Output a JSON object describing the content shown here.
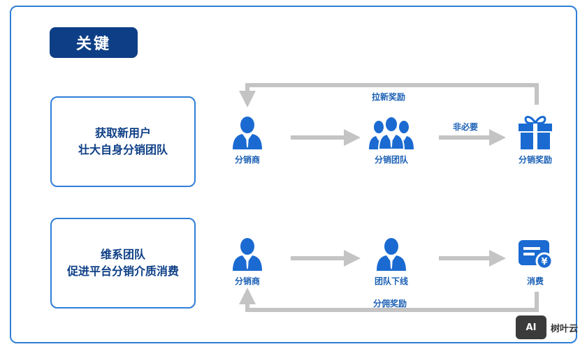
{
  "header": {
    "badge_label": "关键"
  },
  "goals": [
    {
      "line1": "获取新用户",
      "line2": "壮大自身分销团队"
    },
    {
      "line1": "维系团队",
      "line2": "促进平台分销介质消费"
    }
  ],
  "row1": {
    "nodes": [
      "分销商",
      "分销团队",
      "分销奖励"
    ],
    "arrow_label": "非必要",
    "return_label": "拉新奖励"
  },
  "row2": {
    "nodes": [
      "分销商",
      "团队下线",
      "消费"
    ],
    "return_label": "分佣奖励"
  },
  "colors": {
    "accent": "#2f7fd7",
    "badge": "#0e3f86",
    "icon": "#1a6ad1",
    "arrow": "#c4c4c4",
    "label": "#1a5fb4"
  },
  "icons": {
    "distributor": "person-icon",
    "team": "group-icon",
    "reward": "gift-icon",
    "downline": "person-icon",
    "consume": "bill-yuan-icon"
  },
  "watermark": {
    "logo": "AI",
    "text": "树叶云"
  }
}
